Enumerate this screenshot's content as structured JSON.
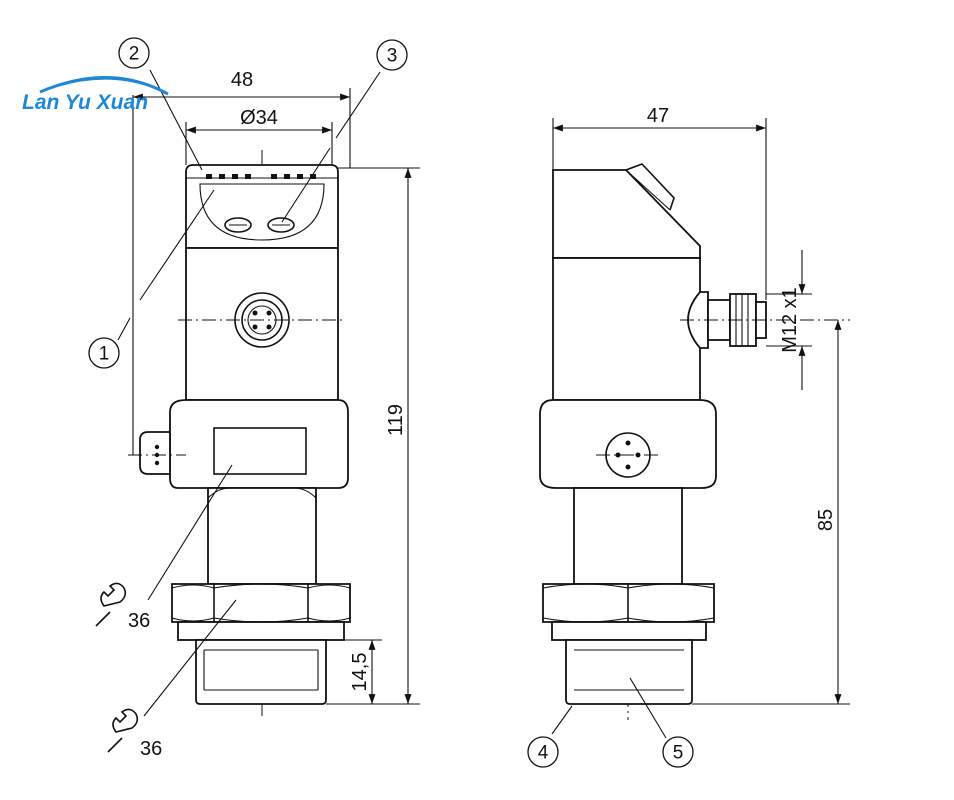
{
  "watermark": {
    "text": "Lan Yu Xuan",
    "color": "#1e88d6"
  },
  "dimensions": {
    "width_overall": "48",
    "diameter": "Ø34",
    "side_width": "47",
    "height_total": "119",
    "height_connector": "85",
    "thread_length": "14,5",
    "connector_thread": "M12 x1"
  },
  "wrench_sizes": [
    "36",
    "36"
  ],
  "callouts": [
    "1",
    "2",
    "3",
    "4",
    "5"
  ],
  "line_color": "#111111"
}
